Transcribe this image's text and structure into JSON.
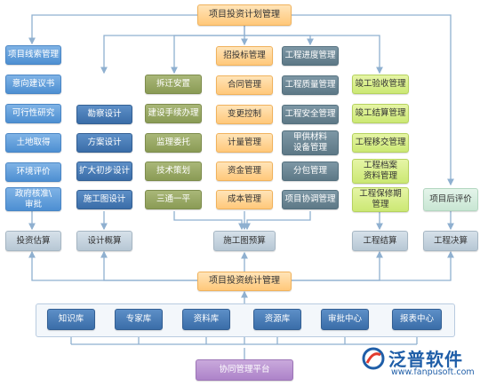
{
  "top_title": "项目投资计划管理",
  "columns": {
    "col1": [
      "项目线索管理",
      "意向建议书",
      "可行性研究",
      "土地取得",
      "环境评价",
      "政府核准\\\n审批"
    ],
    "col2": [
      "勘察设计",
      "方案设计",
      "扩大初步设计",
      "施工图设计"
    ],
    "col3": [
      "拆迁安置",
      "建设手续办理",
      "监理委托",
      "技术策划",
      "三通一平"
    ],
    "col4": [
      "招投标管理",
      "合同管理",
      "变更控制",
      "计量管理",
      "资金管理",
      "成本管理"
    ],
    "col5": [
      "工程进度管理",
      "工程质量管理",
      "工程安全管理",
      "甲供材料\n设备管理",
      "分包管理",
      "项目协调管理"
    ],
    "col6": [
      "竣工验收管理",
      "竣工结算管理",
      "工程移交管理",
      "工程档案\n资料管理",
      "工程保修期\n管理"
    ],
    "col7": [
      "项目后评价"
    ]
  },
  "bottom_row": [
    "投资估算",
    "设计概算",
    "施工图预算",
    "工程结算",
    "工程决算"
  ],
  "stats_title": "项目投资统计管理",
  "libraries": [
    "知识库",
    "专家库",
    "资料库",
    "资源库",
    "审批中心",
    "报表中心"
  ],
  "platform": "协同管理平台",
  "logo": {
    "text": "泛普软件",
    "url": "www.fanpusoft.com"
  },
  "colors": {
    "blue": "#5a9ad8",
    "orange": "#ffd59a",
    "olive": "#97a763",
    "slate": "#6a8593",
    "lime": "#d9ee8c",
    "mint": "#d5ecde",
    "gray": "#c4d2dd",
    "purple": "#b893d0",
    "navy": "#4a7db8",
    "line": "#8fb0d0"
  }
}
